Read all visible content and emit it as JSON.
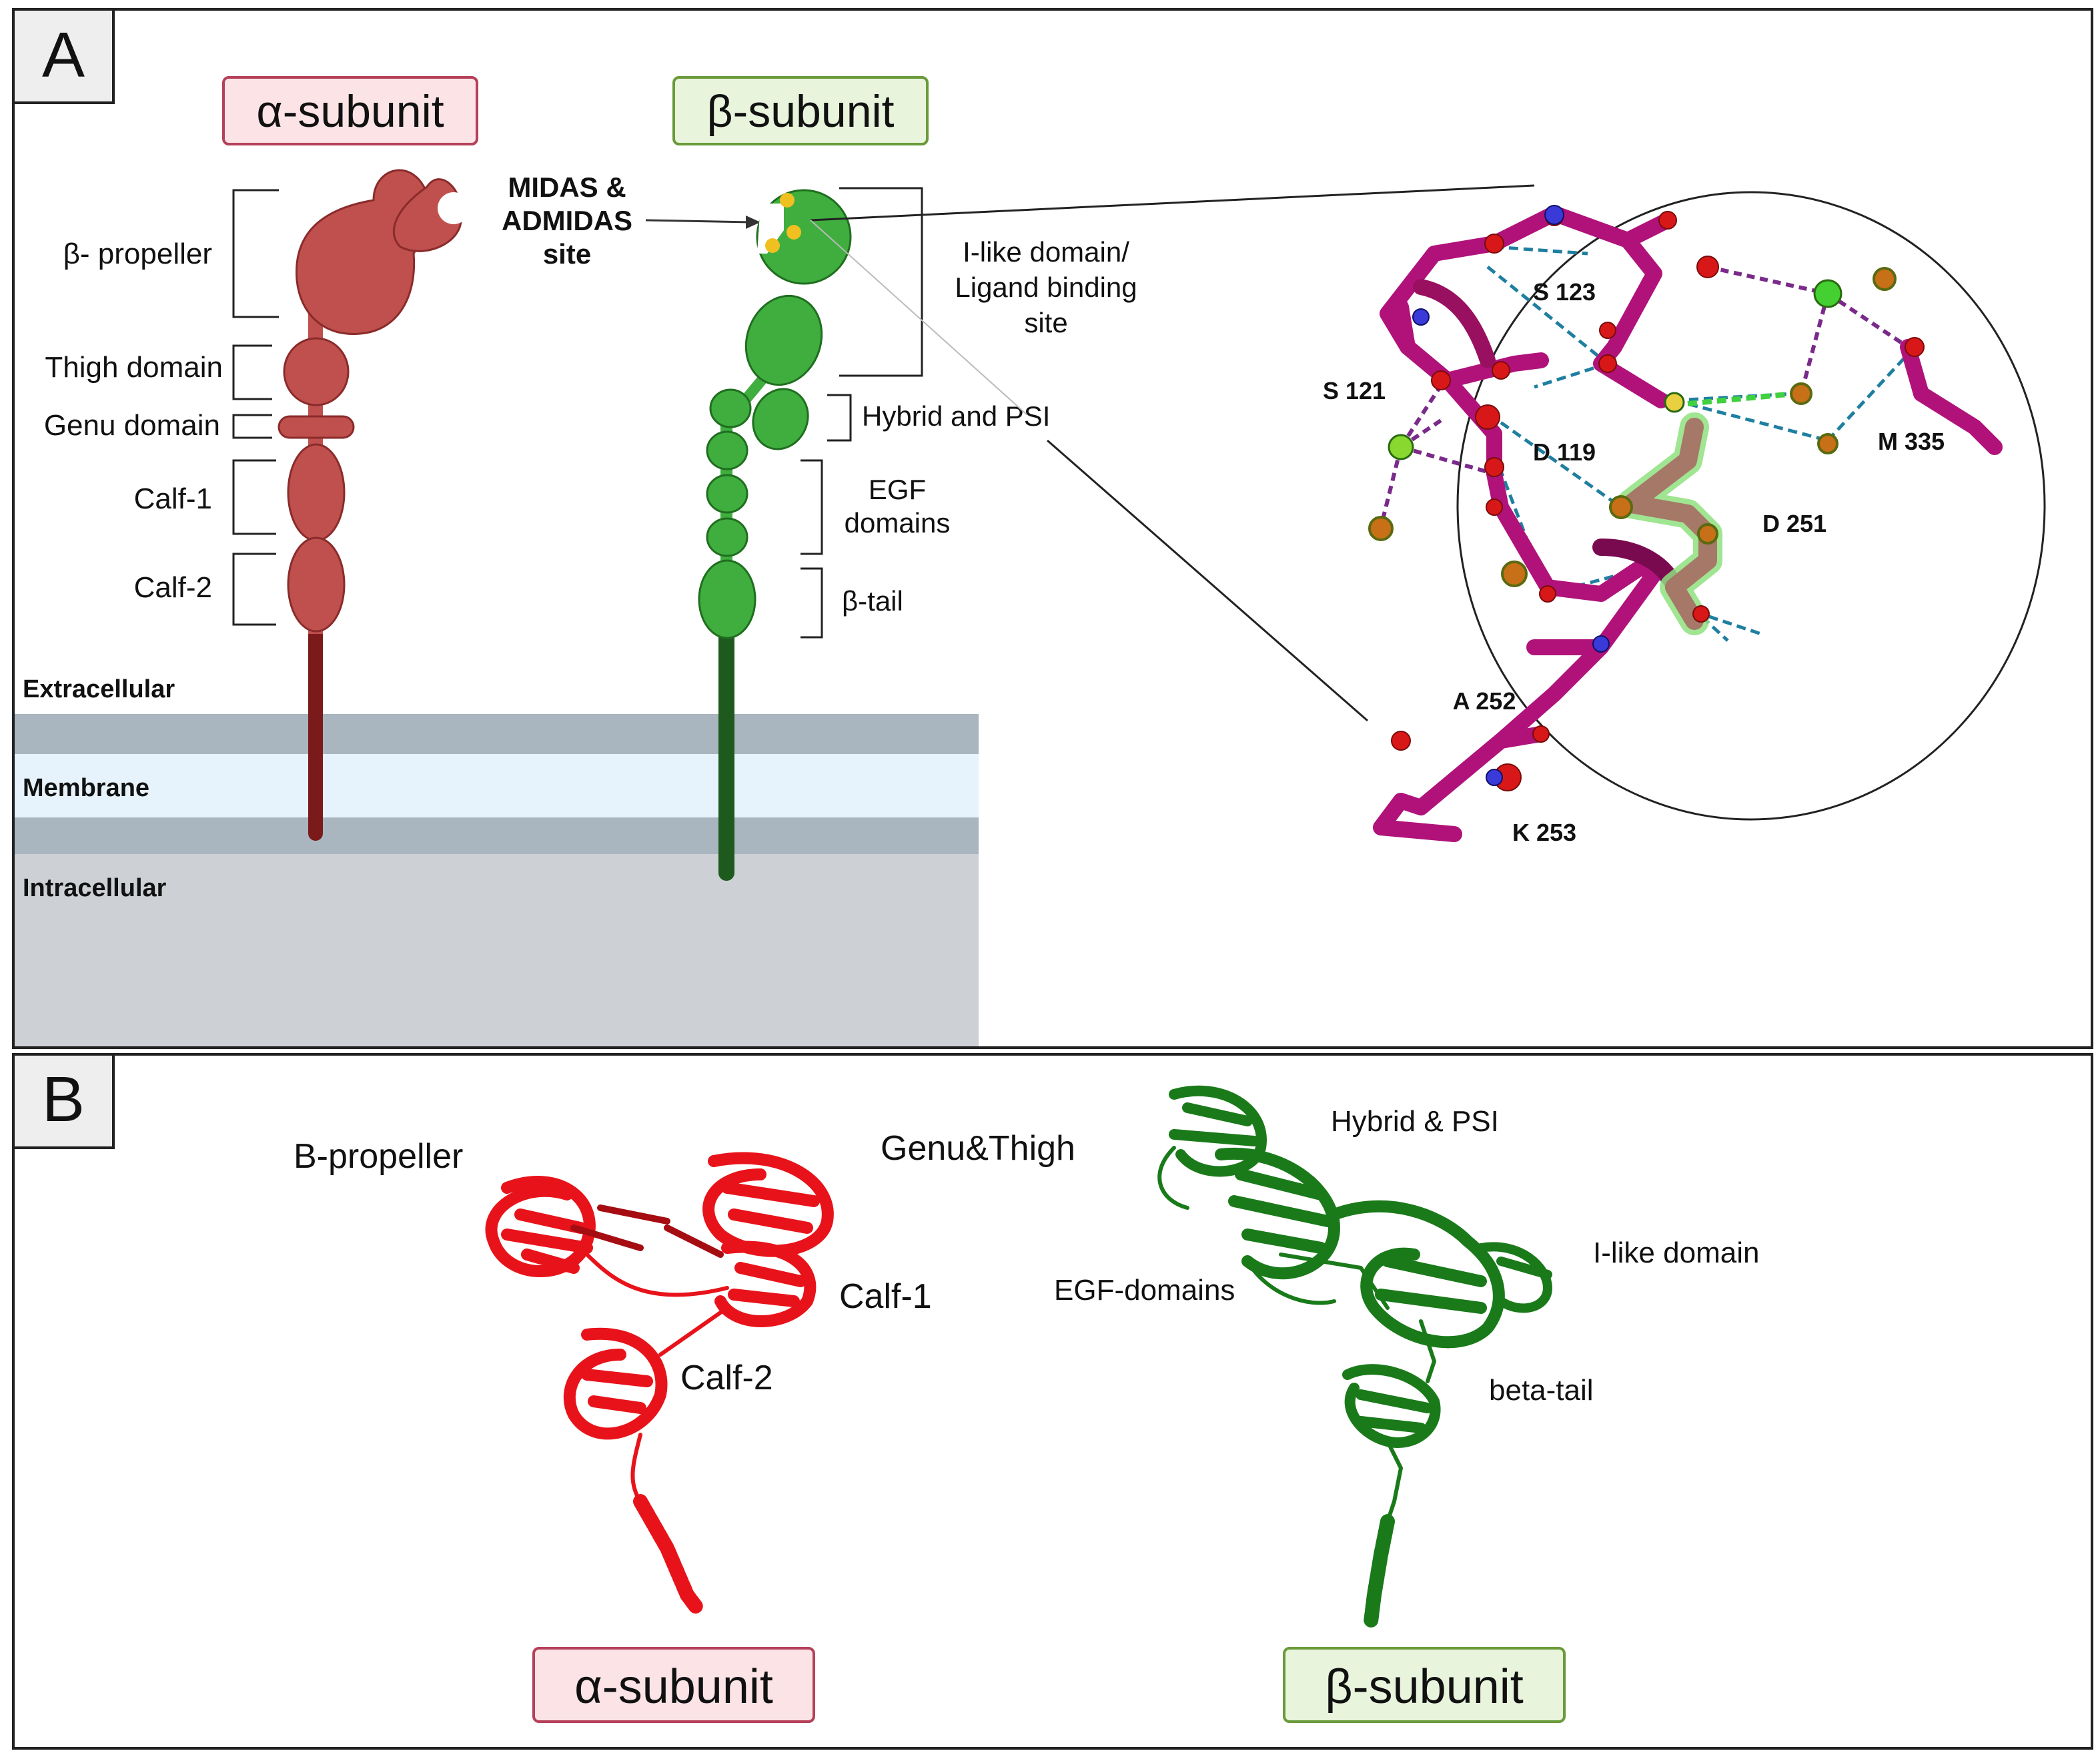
{
  "panel_a": {
    "label": "A",
    "alpha_title": "α-subunit",
    "beta_title": "β-subunit",
    "alpha_domains": [
      "β- propeller",
      "Thigh domain",
      "Genu domain",
      "Calf-1",
      "Calf-2"
    ],
    "midas_lines": [
      "MIDAS &",
      "ADMIDAS",
      "site"
    ],
    "beta_domains": {
      "ilike": [
        "I-like domain/",
        "Ligand binding",
        "site"
      ],
      "hybrid": "Hybrid and PSI",
      "egf": [
        "EGF",
        "domains"
      ],
      "tail": "β-tail"
    },
    "membrane_labels": {
      "extracellular": "Extracellular",
      "membrane": "Membrane",
      "intracellular": "Intracellular"
    },
    "residues": [
      "S 123",
      "S 121",
      "D 119",
      "M 335",
      "D 251",
      "A 252",
      "K 253"
    ]
  },
  "panel_b": {
    "label": "B",
    "alpha_labels": [
      "B-propeller",
      "Genu&Thigh",
      "Calf-1",
      "Calf-2"
    ],
    "beta_labels": [
      "Hybrid & PSI",
      "I-like domain",
      "EGF-domains",
      "beta-tail"
    ],
    "alpha_title": "α-subunit",
    "beta_title": "β-subunit"
  },
  "colors": {
    "alpha": "#c0504d",
    "alpha_stalk": "#7b1a1a",
    "beta": "#3fae3f",
    "beta_stalk": "#1e5a1e",
    "alpha_box_fill": "#fbe3e6",
    "alpha_box_stroke": "#b5405a",
    "beta_box_fill": "#e8f4dc",
    "beta_box_stroke": "#6a9a3a",
    "residue": "#b0127a",
    "ribbon_alpha": "#e8131a",
    "ribbon_beta": "#1a7a1a"
  }
}
